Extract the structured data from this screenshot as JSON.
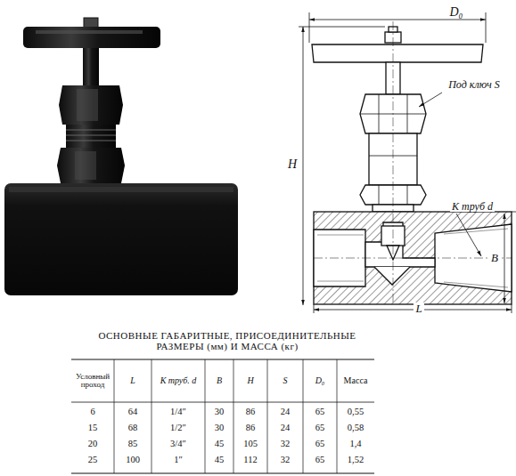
{
  "diagram": {
    "title": "ОСНОВНЫЕ ГАБАРИТНЫЕ, ПРИСОЕДИНИТЕЛЬНЫЕ РАЗМЕРЫ (мм) И МАССА (кг)",
    "labels": [
      "D₀",
      "H",
      "Под ключ S",
      "К труб d",
      "B",
      "L",
      "Условный проход",
      "L",
      "К труб. d",
      "B",
      "H",
      "S",
      "D₀",
      "Масса",
      "6",
      "64",
      "1/4″",
      "30",
      "86",
      "24",
      "65",
      "0,55",
      "15",
      "68",
      "1/2″",
      "30",
      "86",
      "24",
      "65",
      "0,58",
      "20",
      "85",
      "3/4″",
      "45",
      "105",
      "32",
      "65",
      "1,4",
      "25",
      "100",
      "1″",
      "45",
      "112",
      "32",
      "65",
      "1,52"
    ]
  }
}
